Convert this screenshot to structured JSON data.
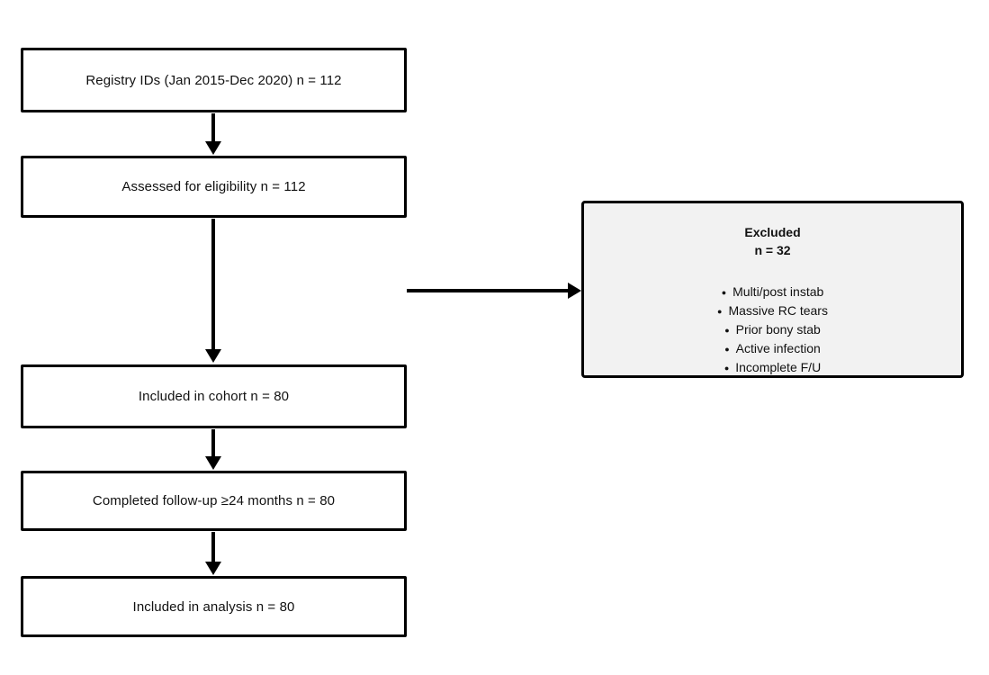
{
  "flow": {
    "boxes": [
      "Registry IDs (Jan 2015-Dec 2020) n = 112",
      "Assessed for eligibility n = 112",
      "Included in cohort n = 80",
      "Completed follow-up ≥24 months n = 80",
      "Included in analysis n = 80"
    ],
    "excluded": {
      "title": "Excluded",
      "count": "n = 32",
      "reasons": [
        "Multi/post instab",
        "Massive RC tears",
        "Prior bony stab",
        "Active infection",
        "Incomplete F/U"
      ]
    },
    "colors": {
      "background": "#ffffff",
      "box_border": "#000000",
      "text": "#111111",
      "excluded_bg": "#f2f2f2"
    }
  }
}
